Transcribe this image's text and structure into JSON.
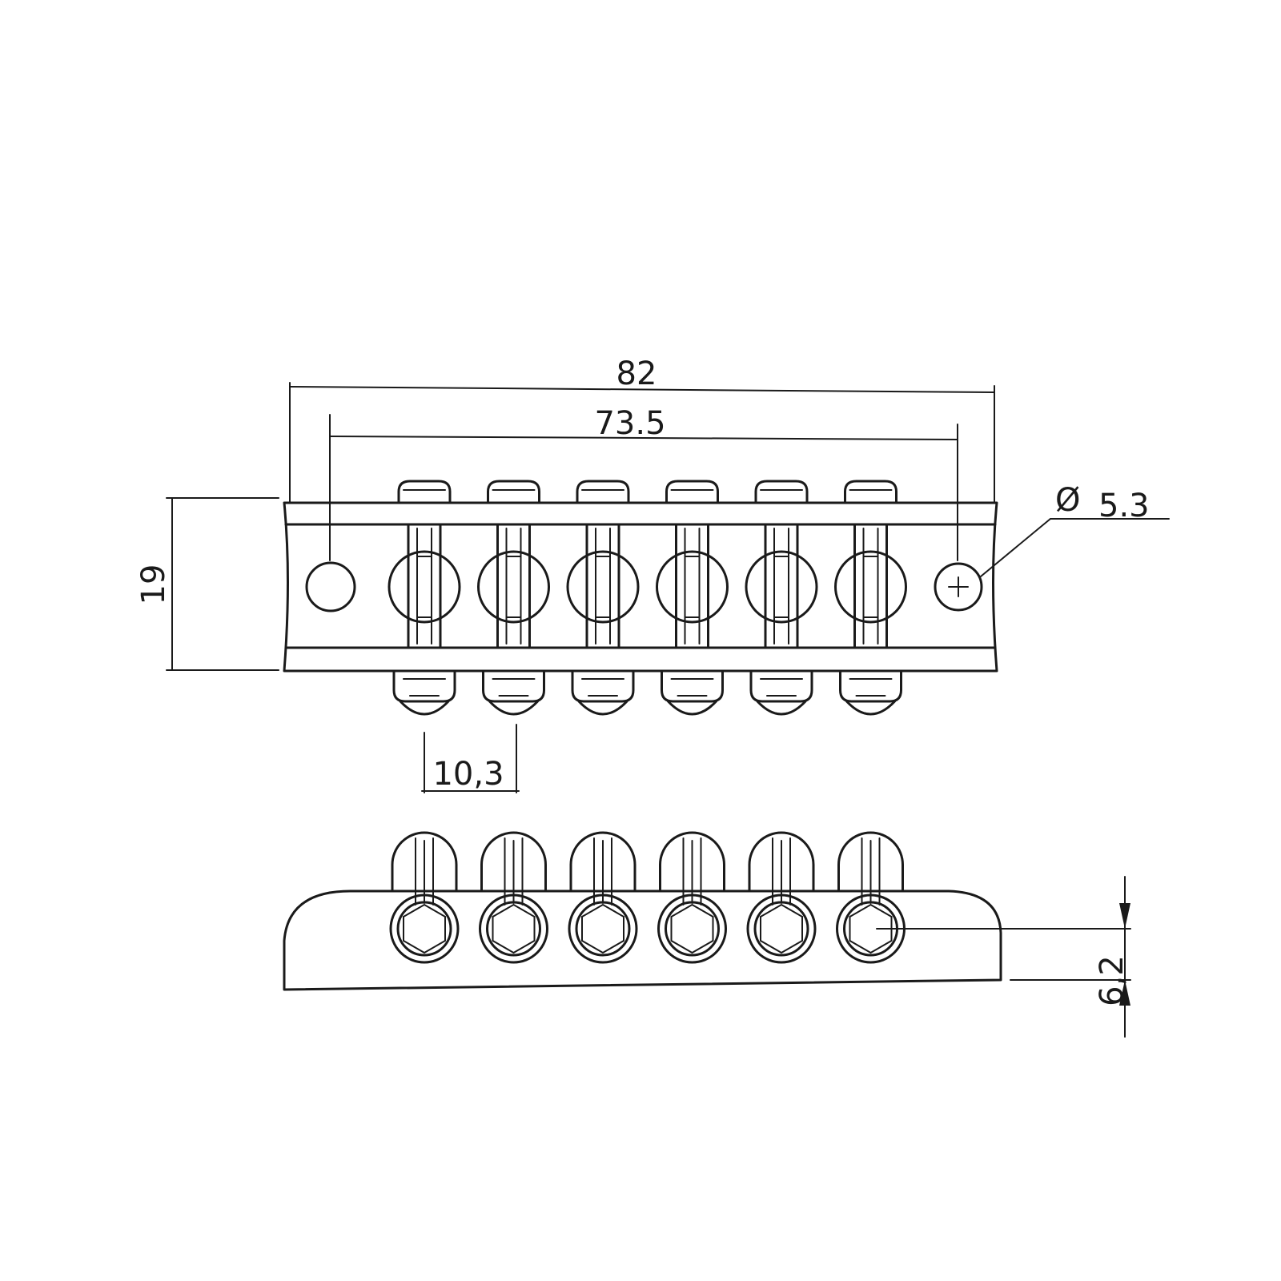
{
  "dimensions": {
    "overall_width": "82",
    "hole_spacing": "73.5",
    "height": "19",
    "hole_diameter": "5.3",
    "diameter_symbol": "Ø",
    "saddle_spacing": "10,3",
    "hole_offset": "6,2"
  },
  "saddle_count": 6,
  "colors": {
    "line": "#1a1a1a",
    "background": "#ffffff"
  }
}
